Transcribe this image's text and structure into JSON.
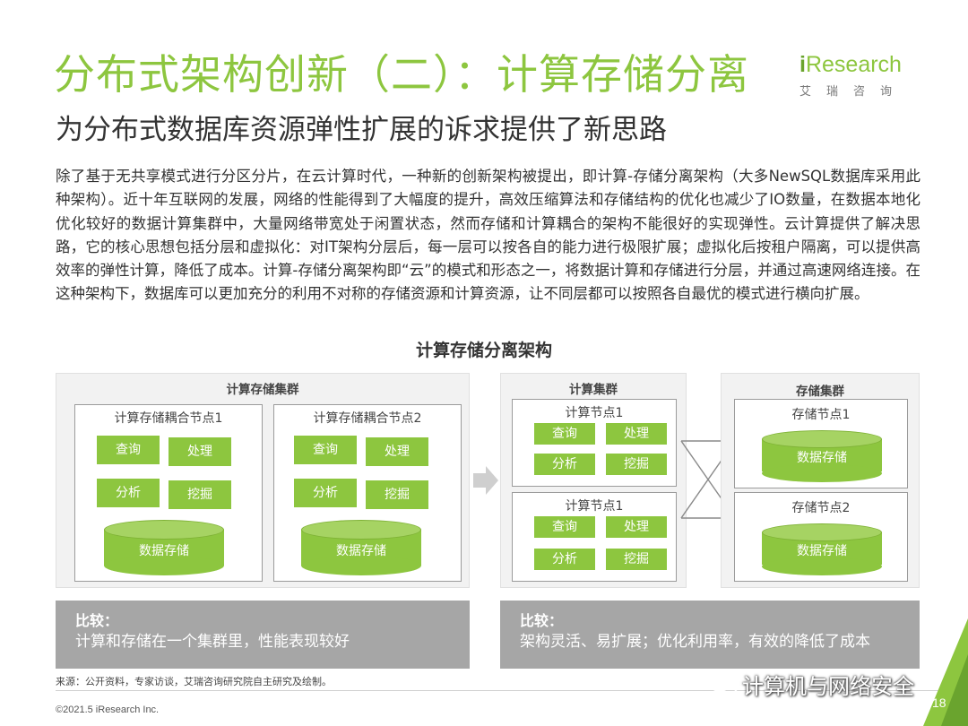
{
  "header": {
    "title": "分布式架构创新（二）：计算存储分离",
    "subtitle": "为分布式数据库资源弹性扩展的诉求提供了新思路"
  },
  "logo": {
    "main_i": "i",
    "main_rest": "Research",
    "sub": "艾瑞咨询"
  },
  "body": "除了基于无共享模式进行分区分片，在云计算时代，一种新的创新架构被提出，即计算-存储分离架构（大多NewSQL数据库采用此种架构）。近十年互联网的发展，网络的性能得到了大幅度的提升，高效压缩算法和存储结构的优化也减少了IO数量，在数据本地化优化较好的数据计算集群中，大量网络带宽处于闲置状态，然而存储和计算耦合的架构不能很好的实现弹性。云计算提供了解决思路，它的核心思想包括分层和虚拟化：对IT架构分层后，每一层可以按各自的能力进行极限扩展；虚拟化后按租户隔离，可以提供高效率的弹性计算，降低了成本。计算-存储分离架构即“云”的模式和形态之一，将数据计算和存储进行分层，并通过高速网络连接。在这种架构下，数据库可以更加充分的利用不对称的存储资源和计算资源，让不同层都可以按照各自最优的模式进行横向扩展。",
  "diagram": {
    "title": "计算存储分离架构",
    "coupled_cluster": {
      "title": "计算存储集群",
      "nodes": [
        {
          "title": "计算存储耦合节点1",
          "query": "查询",
          "process": "处理",
          "analyze": "分析",
          "mine": "挖掘",
          "storage": "数据存储"
        },
        {
          "title": "计算存储耦合节点2",
          "query": "查询",
          "process": "处理",
          "analyze": "分析",
          "mine": "挖掘",
          "storage": "数据存储"
        }
      ]
    },
    "compute_cluster": {
      "title": "计算集群",
      "nodes": [
        {
          "title": "计算节点1",
          "query": "查询",
          "process": "处理",
          "analyze": "分析",
          "mine": "挖掘"
        },
        {
          "title": "计算节点1",
          "query": "查询",
          "process": "处理",
          "analyze": "分析",
          "mine": "挖掘"
        }
      ]
    },
    "storage_cluster": {
      "title": "存储集群",
      "nodes": [
        {
          "title": "存储节点1",
          "storage": "数据存储"
        },
        {
          "title": "存储节点2",
          "storage": "数据存储"
        }
      ]
    }
  },
  "compare_left": {
    "heading": "比较：",
    "text": "计算和存储在一个集群里，性能表现较好"
  },
  "compare_right": {
    "heading": "比较：",
    "text": "架构灵活、易扩展；优化利用率，有效的降低了成本"
  },
  "footer": {
    "source": "来源：公开资料，专家访谈，艾瑞咨询研究院自主研究及绘制。",
    "copyright": "©2021.5 iResearch Inc.",
    "page_number": "18",
    "watermark": "计算机与网络安全"
  },
  "colors": {
    "accent_green": "#8dc63f",
    "panel_gray": "#f2f2f2",
    "compare_gray": "#a6a6a6"
  },
  "icons": {
    "arrow": "right-arrow-icon",
    "wechat": "wechat-icon"
  }
}
